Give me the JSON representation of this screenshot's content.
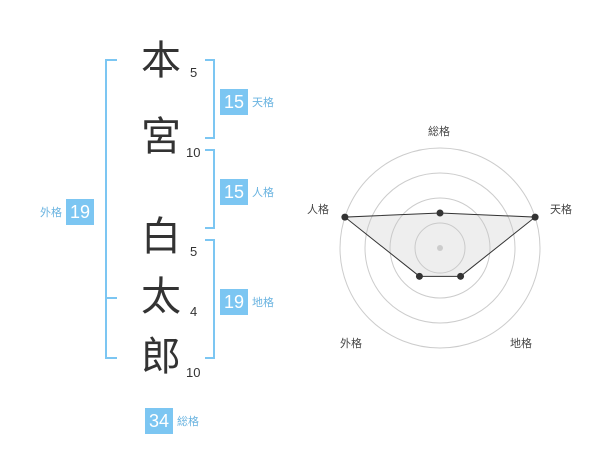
{
  "name": {
    "chars": [
      {
        "char": "本",
        "strokes": "5"
      },
      {
        "char": "宮",
        "strokes": "10"
      },
      {
        "char": "白",
        "strokes": "5"
      },
      {
        "char": "太",
        "strokes": "4"
      },
      {
        "char": "郎",
        "strokes": "10"
      }
    ]
  },
  "fortunes": {
    "tenkaku": {
      "value": "15",
      "label": "天格"
    },
    "jinkaku": {
      "value": "15",
      "label": "人格"
    },
    "chikaku": {
      "value": "19",
      "label": "地格"
    },
    "gaikaku": {
      "value": "19",
      "label": "外格"
    },
    "soukaku": {
      "value": "34",
      "label": "総格"
    }
  },
  "radar": {
    "labels": {
      "top": "総格",
      "right": "天格",
      "bottom_right": "地格",
      "bottom_left": "外格",
      "left": "人格"
    },
    "levels": 4,
    "axis_order": [
      "総格",
      "天格",
      "地格",
      "外格",
      "人格"
    ],
    "values": [
      0.35,
      1.0,
      0.35,
      0.35,
      1.0
    ]
  },
  "colors": {
    "accent": "#7cc6f2",
    "label_accent": "#69b3e0",
    "text": "#333333",
    "grid": "#cccccc"
  }
}
